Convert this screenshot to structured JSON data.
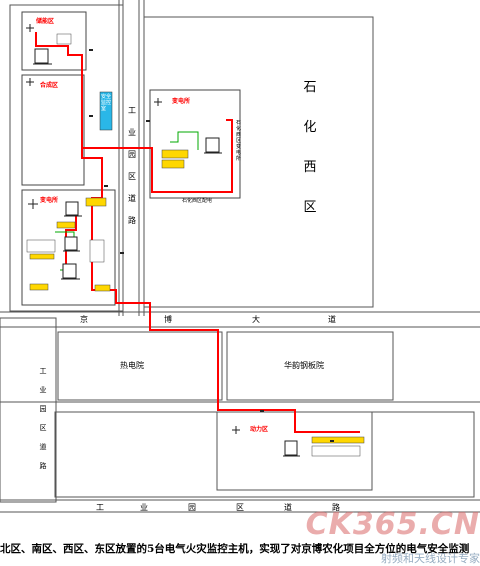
{
  "labels": {
    "zone_north": "储能区",
    "zone_south": "合成区",
    "zone_west_main": "变电所",
    "zone_east": "变电所",
    "zone_bottom": "动力区",
    "side_box": "安全监控室",
    "side_box_right": "石化西区变电所",
    "east_building": "石化西区配电"
  },
  "roads": {
    "vertical_upper": [
      "工",
      "业",
      "园",
      "区",
      "道",
      "路"
    ],
    "vertical_lower": [
      "工",
      "业",
      "园",
      "区",
      "道",
      "路"
    ],
    "horizontal_top": [
      "京",
      "博",
      "大",
      "道"
    ],
    "horizontal_bottom": [
      "工",
      "业",
      "园",
      "区",
      "道",
      "路"
    ]
  },
  "district": [
    "石",
    "化",
    "西",
    "区"
  ],
  "plants": {
    "heat": "热电院",
    "steel": "华韵钢板院"
  },
  "caption": "北区、南区、西区、东区放置的5台电气火灾监控主机，实现了对京博农化项目全方位的电气安全监测",
  "watermark": {
    "brand": "CK365.CN",
    "sub": "射频和天线设计专家"
  },
  "colors": {
    "bus_line": "#ff0000",
    "branch_line": "#00aa00",
    "label_red": "#ff0000",
    "tag_fill": "#ffd700",
    "side_box": "#2ab7e8",
    "frame": "#444444"
  }
}
